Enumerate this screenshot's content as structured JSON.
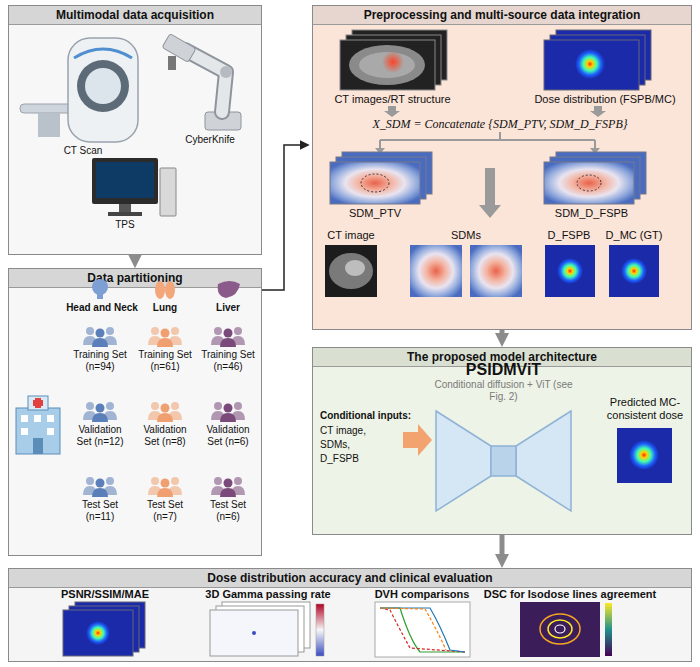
{
  "diagram": {
    "nodes": [
      {
        "text": [
          "Multimodal data acquisition"
        ]
      },
      {
        "text": [
          "Data partitioning"
        ]
      },
      {
        "text": [
          "Preprocessing and multi-source data integration"
        ]
      },
      {
        "text": [
          "The proposed model architecture"
        ]
      },
      {
        "text": [
          "PSIDMViT",
          "Conditional diffusion + ViT (see Fig. 2)"
        ],
        "in": 3
      },
      {
        "text": [
          "Dose distribution accuracy and clinical evaluation"
        ]
      }
    ],
    "edges": [
      {
        "from": 0,
        "to": 1,
        "arrow": "to"
      },
      {
        "from": 1,
        "to": 2,
        "arrow": "to"
      },
      {
        "from": 2,
        "to": 3,
        "arrow": "to"
      },
      {
        "from": 3,
        "to": 5,
        "arrow": "to"
      }
    ],
    "labels": [
      "CT Scan",
      "CyberKnife",
      "TPS",
      "Head and Neck",
      "Lung",
      "Liver",
      "Training Set (n=94)",
      "Training Set (n=61)",
      "Training Set (n=46)",
      "Validation Set (n=12)",
      "Validation Set (n=8)",
      "Validation Set (n=6)",
      "Test Set (n=11)",
      "Test Set (n=7)",
      "Test Set (n=6)",
      "CT images/RT structure",
      "Dose distribution (FSPB/MC)",
      "X_SDM = Concatenate {SDM_PTV, SDM_D_FSPB}",
      "SDM_PTV",
      "SDM_D_FSPB",
      "CT image",
      "SDMs",
      "D_FSPB",
      "D_MC (GT)",
      "Conditional inputs:",
      "CT image,",
      "SDMs,",
      "D_FSPB",
      "Predicted MC-consistent dose",
      "PSNR/SSIM/MAE",
      "3D Gamma passing rate",
      "DVH comparisons",
      "DSC for Isodose lines agreement"
    ]
  }
}
